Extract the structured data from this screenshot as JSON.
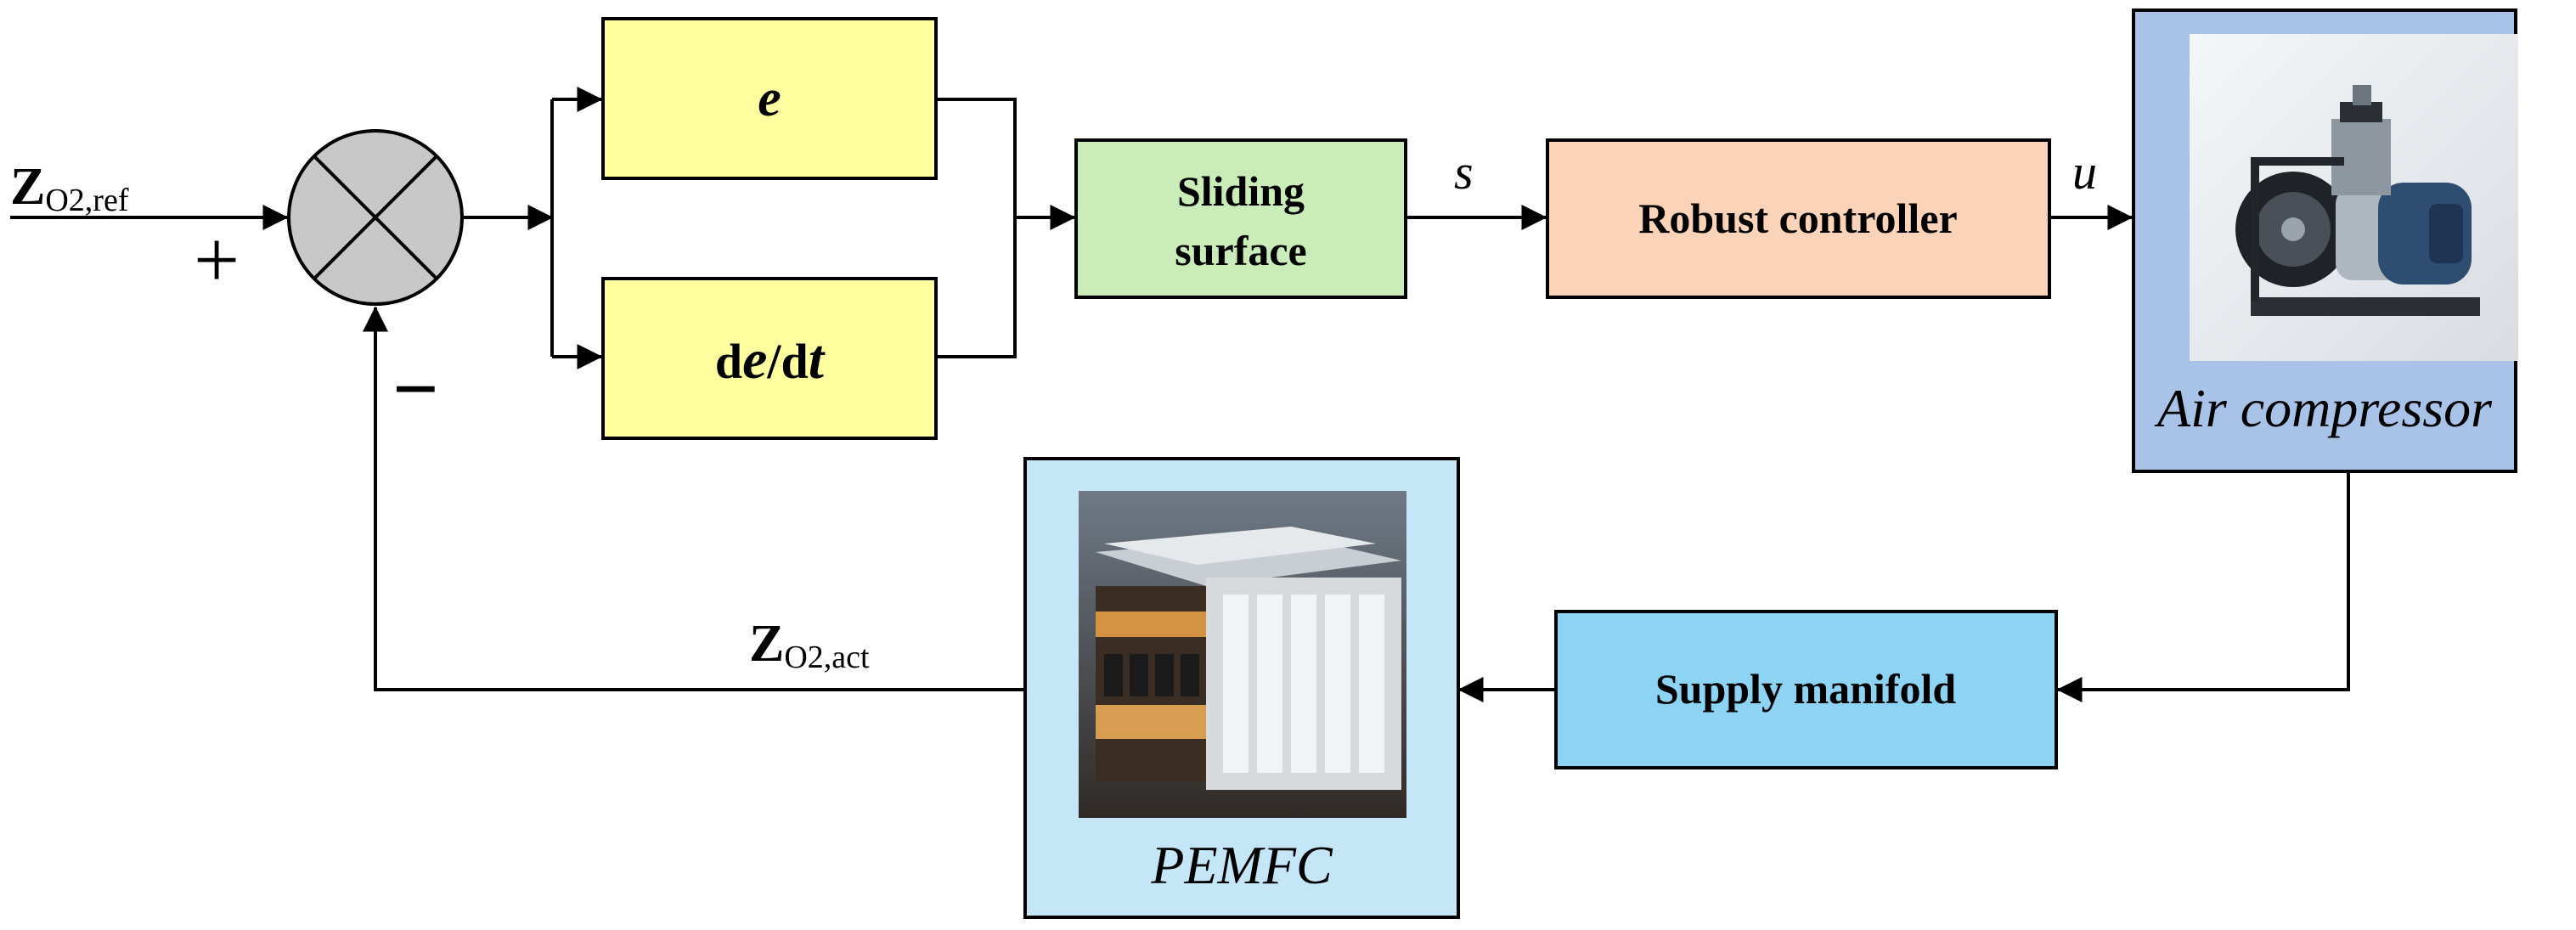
{
  "colors": {
    "line": "#000000",
    "sum_fill": "#c8c8c8",
    "e_fill": "#ffffa0",
    "sliding_fill": "#c9ecb9",
    "robust_fill": "#fbd3b8",
    "air_fill": "#a9c3e8",
    "pemfc_fill": "#c4e6f7",
    "supply_fill": "#8dd4f4"
  },
  "signals": {
    "ref": {
      "main": "Z",
      "sub": "O2,ref"
    },
    "act": {
      "main": "Z",
      "sub": "O2,act"
    },
    "s": "s",
    "u": "u",
    "plus": "+",
    "minus": "−"
  },
  "blocks": {
    "e": {
      "text": "e"
    },
    "dedt": {
      "d1": "d",
      "e": "e",
      "slash": "/d",
      "t": "t"
    },
    "sliding": {
      "line1": "Sliding",
      "line2": "surface"
    },
    "robust": "Robust controller",
    "air": {
      "caption": "Air compressor",
      "image_icon": "air-compressor-photo"
    },
    "pemfc": {
      "caption": "PEMFC",
      "image_icon": "fuel-cell-stack-photo"
    },
    "supply": "Supply manifold"
  }
}
